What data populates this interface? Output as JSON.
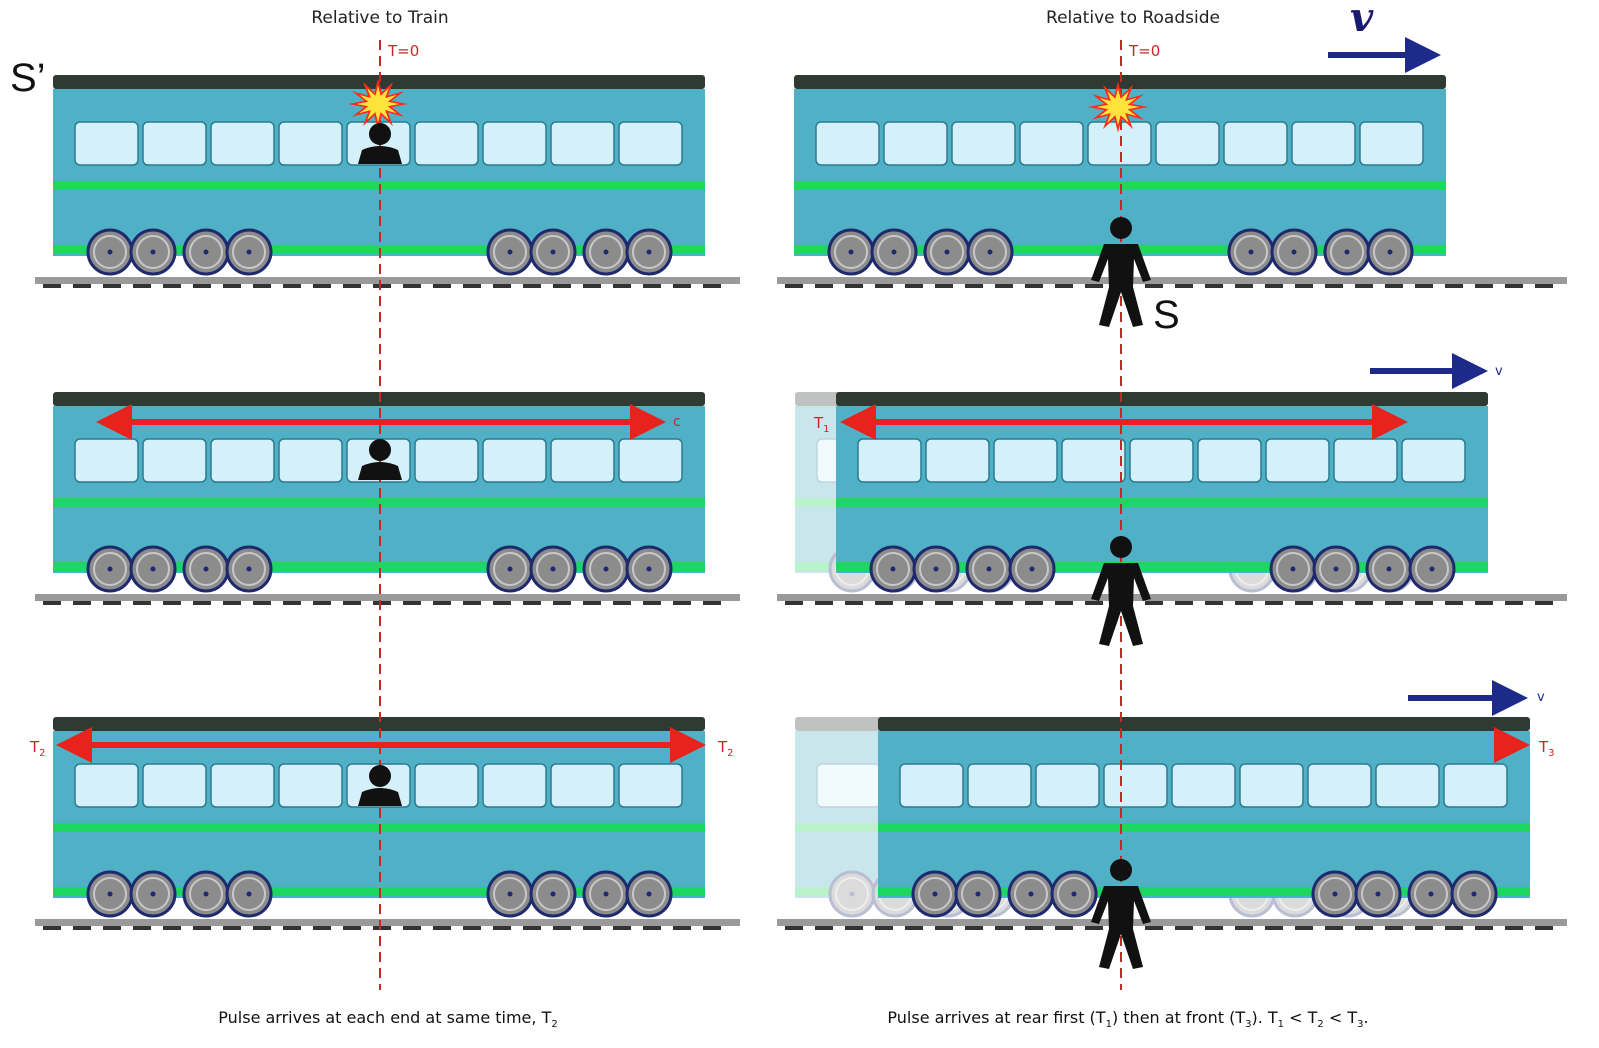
{
  "columns": {
    "left": {
      "title": "Relative to Train",
      "time_marker": "T=0",
      "caption": {
        "pre": "Pulse arrives at each end at same time, T",
        "sub": "2"
      }
    },
    "right": {
      "title": "Relative to Roadside",
      "time_marker": "T=0",
      "caption": {
        "p1": "Pulse arrives at rear first (T",
        "s1": "1",
        "p2": ") then at front (T",
        "s2": "3",
        "p3": "). T",
        "s3": "1",
        "p4": " < T",
        "s4": "2",
        "p5": " < T",
        "s5": "3",
        "p6": "."
      }
    }
  },
  "frames": {
    "train_frame": "S’",
    "ground_frame": "S"
  },
  "velocity": {
    "main": "v",
    "small": "v"
  },
  "pulse_labels": {
    "speed": "c",
    "t": "T",
    "sub_1": "1",
    "sub_2": "2",
    "sub_3": "3"
  },
  "colors": {
    "car_body": "#4fb0c6",
    "roof": "#2f3a33",
    "window": "#d4f1fb",
    "stripe": "#1ed760",
    "rail": "#9a9a9a",
    "pulse": "#e8231e",
    "velocity_arrow": "#1e2a8a",
    "timeline": "#c62828",
    "person": "#111111"
  },
  "icons": [
    "flash-icon",
    "seated-person-icon",
    "standing-person-icon",
    "velocity-arrow-icon",
    "light-pulse-arrow-icon"
  ]
}
